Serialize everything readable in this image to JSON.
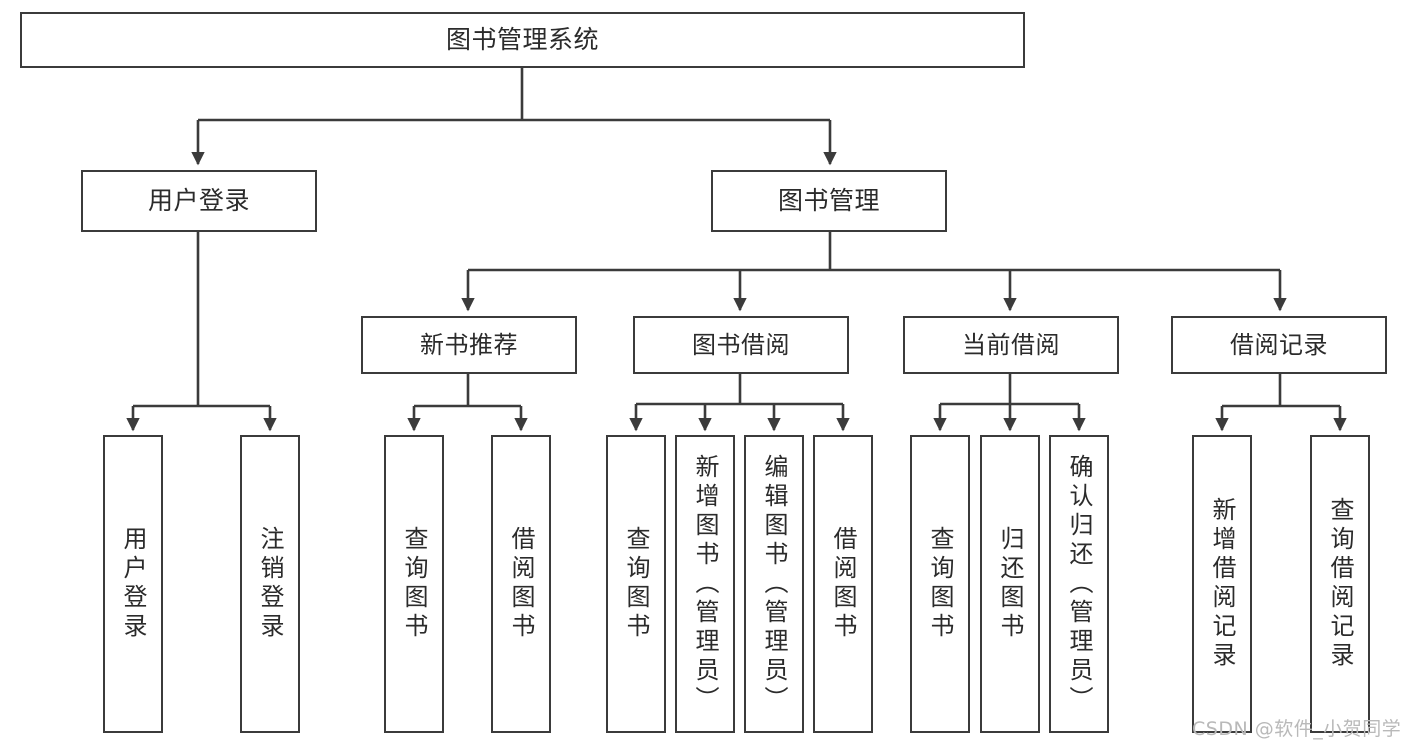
{
  "diagram": {
    "type": "tree-hierarchy-chart",
    "title": "图书管理系统",
    "colors": {
      "box_border": "#3b3b3b",
      "box_fill": "#ffffff",
      "connector": "#3b3b3b",
      "text": "#2b2b2b",
      "watermark": "#b9b9b9",
      "background": "#ffffff"
    },
    "root": {
      "label": "图书管理系统"
    },
    "level2": [
      {
        "label": "用户登录"
      },
      {
        "label": "图书管理"
      }
    ],
    "level3": [
      {
        "label": "新书推荐"
      },
      {
        "label": "图书借阅"
      },
      {
        "label": "当前借阅"
      },
      {
        "label": "借阅记录"
      }
    ],
    "leaves": [
      {
        "label": "用户登录",
        "parent": "用户登录"
      },
      {
        "label": "注销登录",
        "parent": "用户登录"
      },
      {
        "label": "查询图书",
        "parent": "新书推荐"
      },
      {
        "label": "借阅图书",
        "parent": "新书推荐"
      },
      {
        "label": "查询图书",
        "parent": "图书借阅"
      },
      {
        "label": "新增图书（管理员）",
        "parent": "图书借阅"
      },
      {
        "label": "编辑图书（管理员）",
        "parent": "图书借阅"
      },
      {
        "label": "借阅图书",
        "parent": "图书借阅"
      },
      {
        "label": "查询图书",
        "parent": "当前借阅"
      },
      {
        "label": "归还图书",
        "parent": "当前借阅"
      },
      {
        "label": "确认归还（管理员）",
        "parent": "当前借阅"
      },
      {
        "label": "新增借阅记录",
        "parent": "借阅记录"
      },
      {
        "label": "查询借阅记录",
        "parent": "借阅记录"
      }
    ],
    "watermark": "CSDN @软件_小贺同学"
  }
}
